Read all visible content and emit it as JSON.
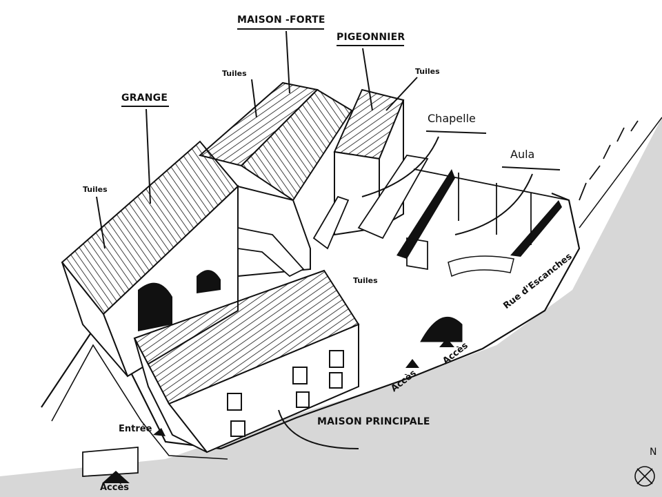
{
  "labels": {
    "maison_forte": "MAISON -FORTE",
    "pigeonnier": "PIGEONNIER",
    "grange": "GRANGE",
    "chapelle": "Chapelle",
    "aula": "Aula",
    "tuiles_maison_forte": "Tuiles",
    "tuiles_pigeonnier": "Tuiles",
    "tuiles_grange": "Tuiles",
    "tuiles_cour": "Tuiles",
    "rue": "Rue d'Escanches",
    "acces_1": "Accès",
    "acces_2": "Accès",
    "acces_3": "Accès",
    "entree": "Entrée",
    "maison_principale": "MAISON PRINCIPALE",
    "north": "N"
  },
  "colors": {
    "ink": "#111111",
    "ground": "#d7d7d7",
    "paper": "#ffffff"
  },
  "icons": [
    "access-triangle-icon",
    "compass-icon"
  ]
}
